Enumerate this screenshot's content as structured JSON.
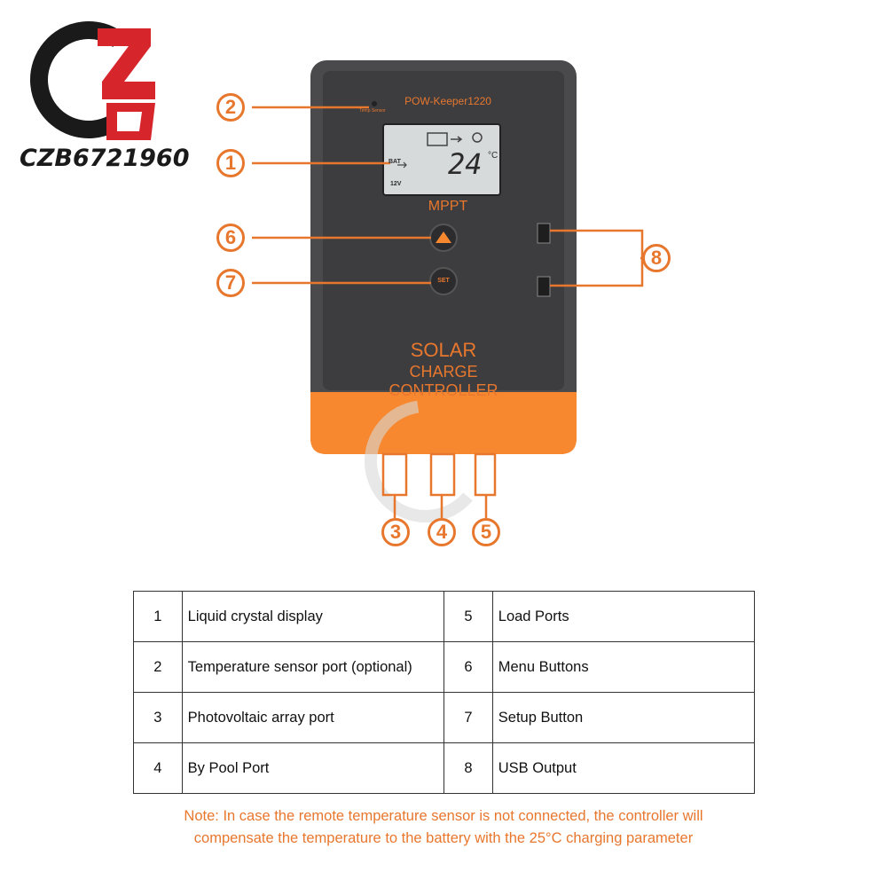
{
  "brand": {
    "logo_text": "CZB6721960",
    "colors": {
      "red": "#d6252b",
      "black": "#1a1a1a"
    }
  },
  "device": {
    "model": "POW-Keeper1220",
    "temp_sensor_label": "Temp Sensor",
    "lcd": {
      "temperature": "24",
      "unit": "°C",
      "bat_label": "BAT",
      "voltage": "12V"
    },
    "mppt_label": "MPPT",
    "up_button_icon": "triangle-up-icon",
    "set_button_label": "SET",
    "title_line1": "SOLAR",
    "title_line2": "CHARGE CONTROLLER",
    "colors": {
      "body": "#4a4a4c",
      "accent": "#f7882f",
      "text": "#e8772e"
    }
  },
  "callouts": [
    "2",
    "1",
    "6",
    "7",
    "8",
    "3",
    "4",
    "5"
  ],
  "legend": {
    "rows": [
      {
        "left_num": "1",
        "left_text": "Liquid crystal display",
        "right_num": "5",
        "right_text": "Load Ports"
      },
      {
        "left_num": "2",
        "left_text": "Temperature sensor port (optional)",
        "right_num": "6",
        "right_text": "Menu Buttons"
      },
      {
        "left_num": "3",
        "left_text": "Photovoltaic array port",
        "right_num": "7",
        "right_text": "Setup Button"
      },
      {
        "left_num": "4",
        "left_text": "By Pool Port",
        "right_num": "8",
        "right_text": "USB Output"
      }
    ]
  },
  "note": {
    "line1": "Note: In case the remote temperature sensor is not connected, the controller will",
    "line2": "compensate the temperature to the battery with the 25°C charging parameter"
  }
}
